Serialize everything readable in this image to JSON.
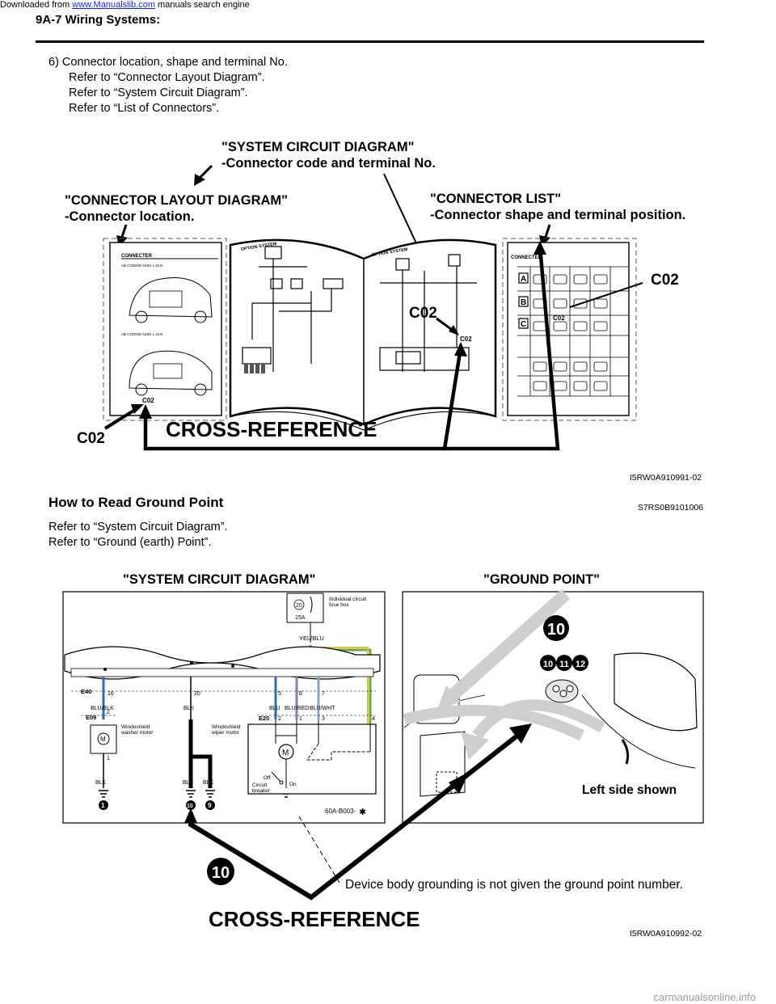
{
  "download_bar": {
    "prefix": "Downloaded from ",
    "link": "www.Manualslib.com",
    "suffix": " manuals search engine"
  },
  "header": {
    "title": "9A-7   Wiring Systems:"
  },
  "step6": {
    "line1": "6)  Connector location, shape and terminal No.",
    "line2": "Refer to “Connector Layout Diagram”.",
    "line3": "Refer to “System Circuit Diagram”.",
    "line4": "Refer to “List of Connectors”."
  },
  "figure1": {
    "callout_system_1": "\"SYSTEM CIRCUIT DIAGRAM\"",
    "callout_system_2": "-Connector code and terminal No.",
    "callout_layout_1": "\"CONNECTOR  LAYOUT DIAGRAM\"",
    "callout_layout_2": "-Connector location.",
    "callout_list_1": "\"CONNECTOR LIST\"",
    "callout_list_2": "-Connector shape and terminal position.",
    "left_page_header": "CONNECTER",
    "left_sub_1": "AB CODING NUM. L.M.N",
    "left_sub_2": "AB CODING NUM. L.M.N",
    "book_header_left": "OPTION SYSTEM",
    "book_header_right": "OPTION SYSTEM",
    "right_page_header": "CONNECTER",
    "row_a": "A",
    "row_b": "B",
    "row_c": "C",
    "c02": "C02",
    "cross_reference": "CROSS-REFERENCE",
    "figure_id": "I5RW0A910991-02"
  },
  "section": {
    "title": "How to Read Ground Point",
    "code": "S7RS0B9101006",
    "line1": "Refer to “System Circuit Diagram”.",
    "line2": "Refer to “Ground (earth) Point”."
  },
  "figure2": {
    "label_system": "\"SYSTEM CIRCUIT DIAGRAM\"",
    "label_ground": "\"GROUND POINT\"",
    "fuse_no": "20",
    "fuse_amp": "15A",
    "fuse_label": "Individual circuit fuse box",
    "wire_yel_blu": "YEL/BLU",
    "e40": "E40",
    "e09": "E09",
    "e20": "E20",
    "pin16": "16",
    "pin20": "20",
    "pin5": "5",
    "pin6": "6",
    "pin7": "7",
    "pin2a": "2",
    "pin1a": "1",
    "pin2b": "2",
    "pin1b": "1",
    "pin3": "3",
    "pin4": "4",
    "w_blu_blk": "BLU/BLK",
    "w_blk_mid": "BLK",
    "w_blu": "BLU",
    "w_blu_red": "BLU/RED",
    "w_blu_wht": "BLU/WHT",
    "washer_motor": "Windoshield washer motor",
    "wiper_motor": "Windoshield wiper motor",
    "off": "Off",
    "on": "On",
    "breaker": "Circuit breaker",
    "blk1": "BLK",
    "blk2": "BLK",
    "blk3": "BLK",
    "g1": "1",
    "g10": "10",
    "g9": "9",
    "diag_code": "60A-B003-",
    "big10_a": "10",
    "big10_b": "10",
    "gp_10": "10",
    "gp_11": "11",
    "gp_12": "12",
    "left_side": "Left side shown",
    "note": "Device body grounding is not given the ground point number.",
    "cross_reference": "CROSS-REFERENCE",
    "figure_id": "I5RW0A910992-02"
  },
  "footer": {
    "text": "carmanualsonline.info"
  }
}
